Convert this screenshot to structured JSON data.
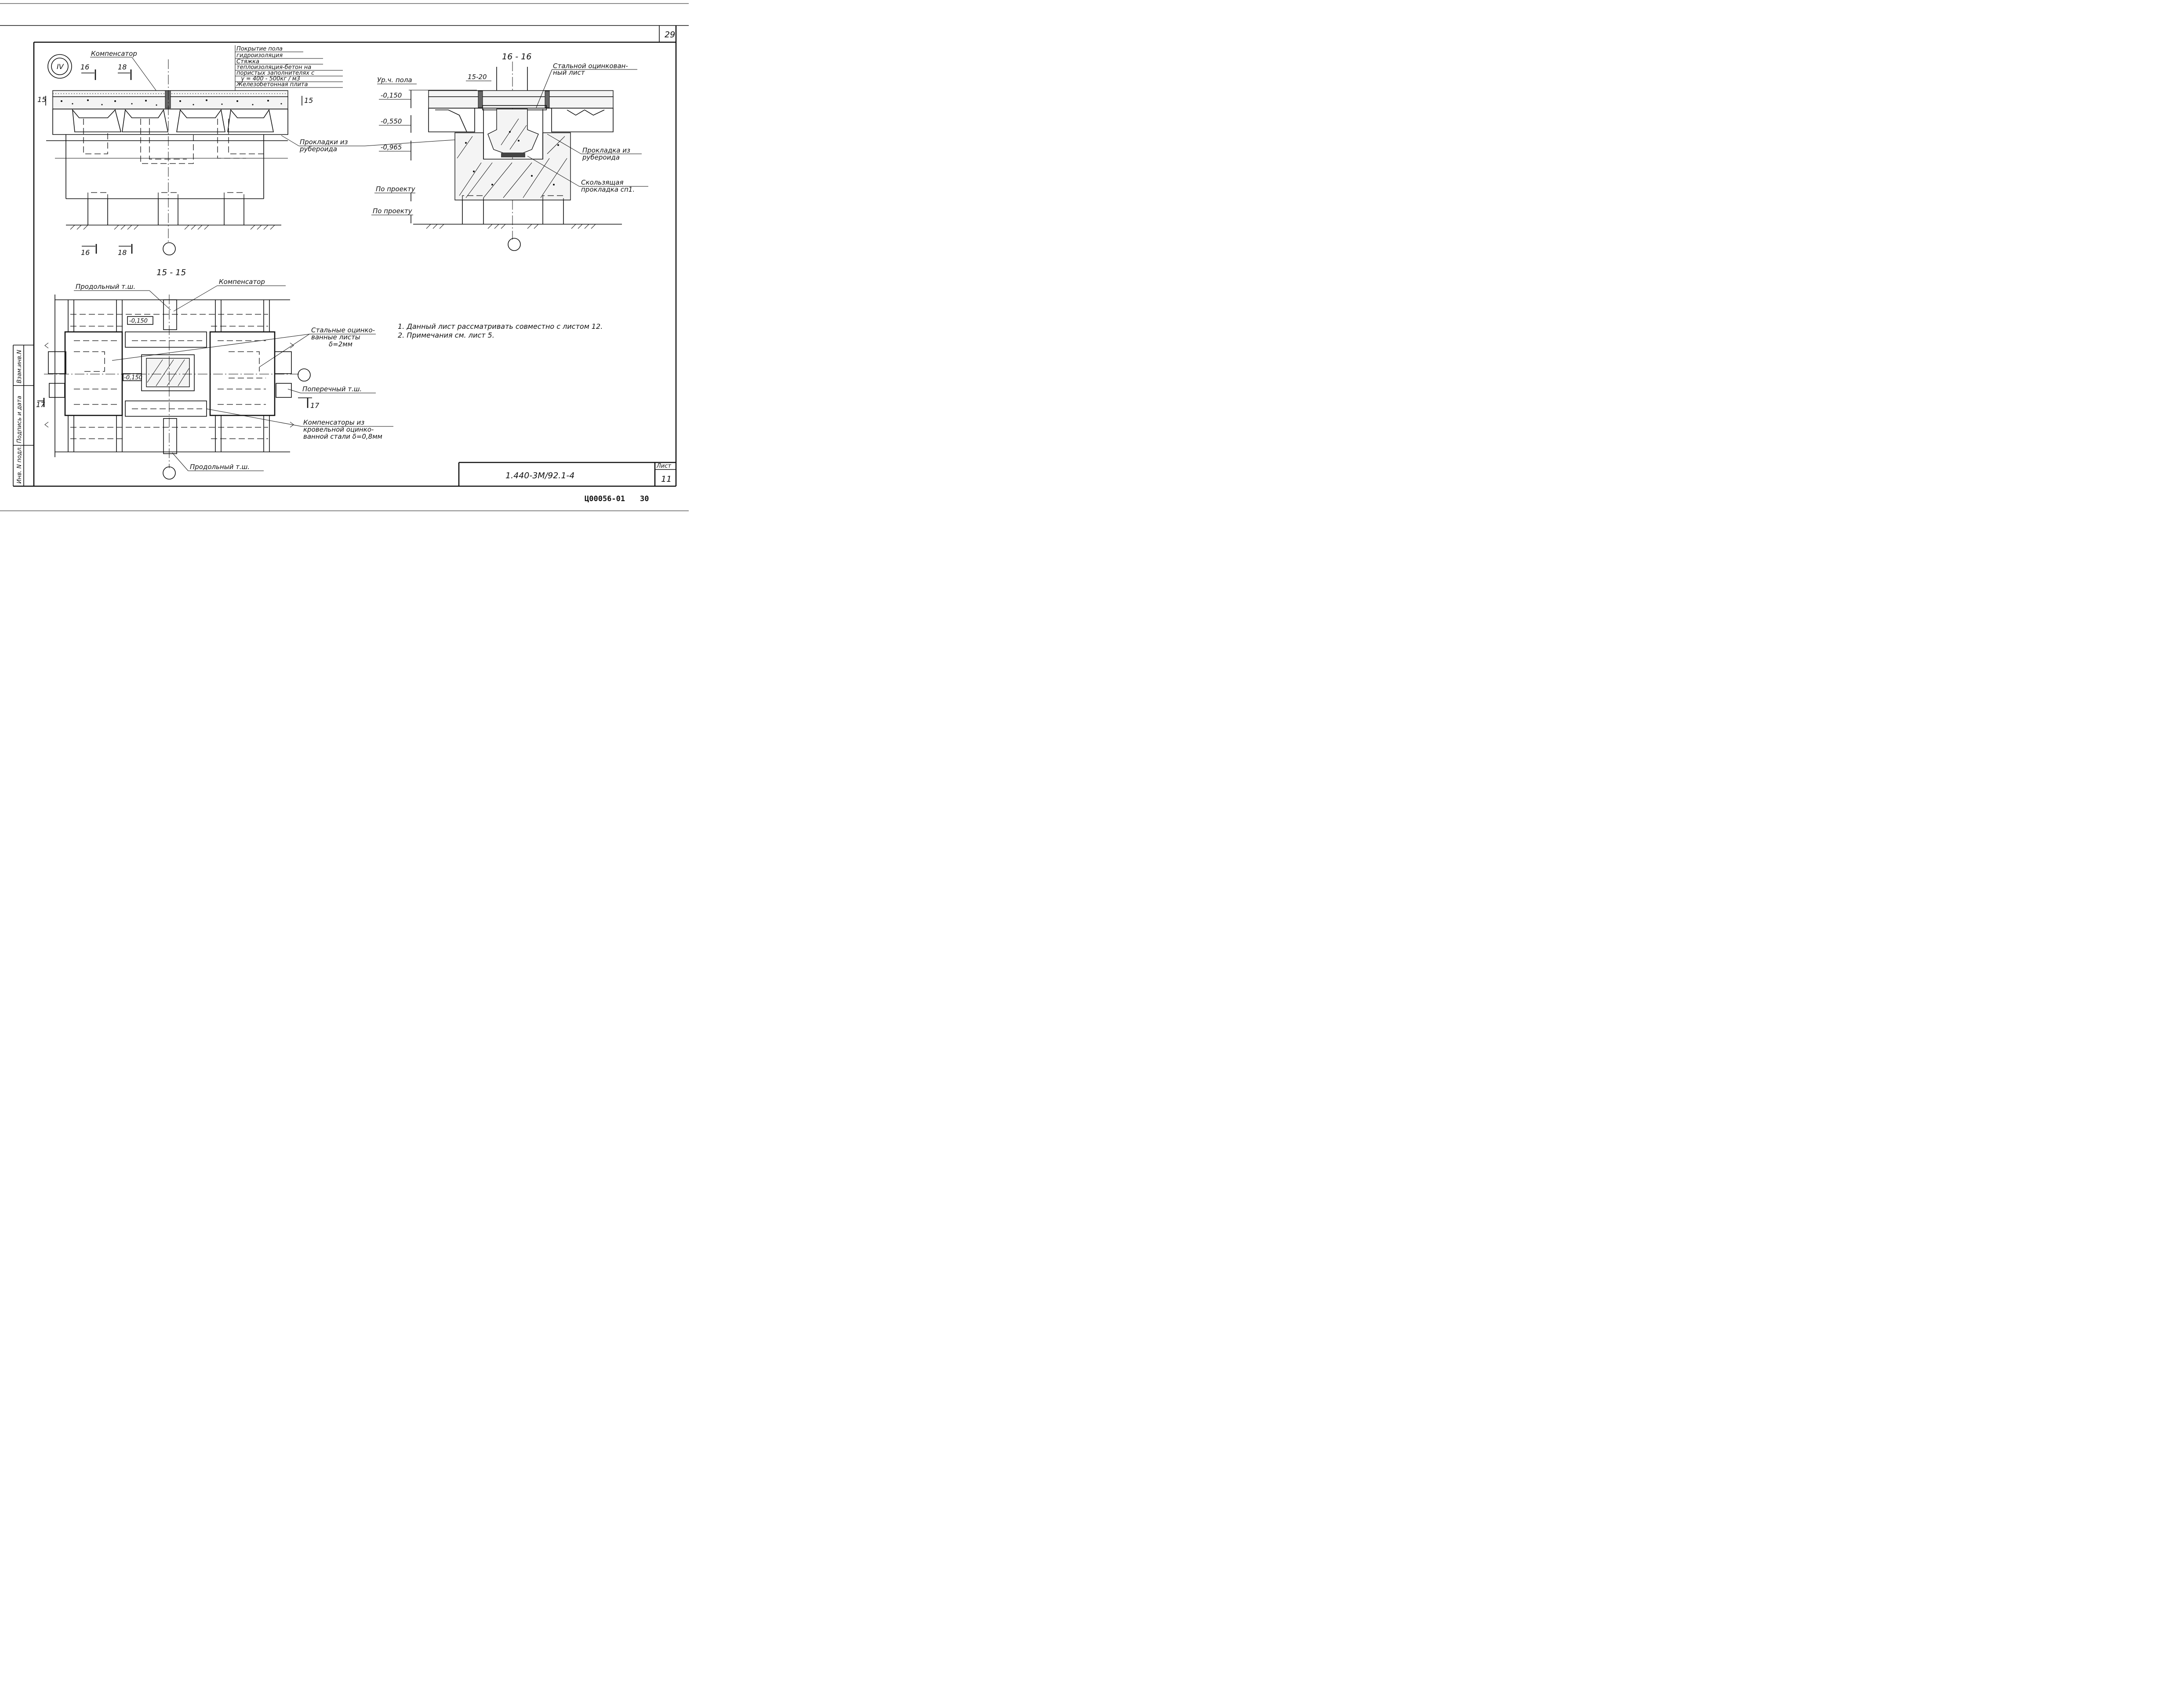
{
  "sheet": {
    "page_number": "29",
    "list_label": "Лист",
    "list_number": "11",
    "document_code": "1.440-3М/92.1-4",
    "archive_code": "Ц00056-01",
    "archive_page": "30",
    "node_number": "IV"
  },
  "side_stamp": {
    "labels": [
      "Инв. N подл.",
      "Подпись и дата",
      "Взам.инв.N"
    ]
  },
  "section_top_left": {
    "callout_compensator": "Компенсатор",
    "cut_16_mark": "16",
    "cut_18_mark": "18",
    "level_15": "15",
    "dim_15_right": "15",
    "layers": [
      "Покрытие пола",
      "гидроизоляция",
      "Стяжка",
      "теплоизоляция-бетон на",
      "пористых заполнителях с",
      "γ = 400 - 500кг / м3",
      "Железобетонная плита"
    ],
    "callout_gaskets_line1": "Прокладки из",
    "callout_gaskets_line2": "рубероида",
    "bottom_cut_16": "16",
    "bottom_cut_18": "18"
  },
  "section_16_16": {
    "title": "16 - 16",
    "floor_level_label": "Ур.ч. пола",
    "dim_15_20": "15-20",
    "levels": [
      "-0,150",
      "-0,550",
      "-0,965"
    ],
    "project_label_1": "По проекту",
    "project_label_2": "По проекту",
    "callout_steel_line1": "Стальной оцинкован-",
    "callout_steel_line2": "ный лист",
    "callout_gasket_line1": "Прокладка из",
    "callout_gasket_line2": "рубероида",
    "callout_sliding_line1": "Скользящая",
    "callout_sliding_line2": "прокладка сп1."
  },
  "section_15_15": {
    "title": "15 - 15",
    "callout_long_seam_top": "Продольный т.ш.",
    "callout_compensator": "Компенсатор",
    "level_top": "-0,150",
    "level_mid": "-0,150",
    "callout_sheets_line1": "Стальные оцинко-",
    "callout_sheets_line2": "ванные листы",
    "callout_sheets_line3": "δ=2мм",
    "callout_cross_seam": "Поперечный т.ш.",
    "cut_17_left": "17",
    "cut_17_right": "17",
    "callout_comp_steel_line1": "Компенсаторы из",
    "callout_comp_steel_line2": "кровельной оцинко-",
    "callout_comp_steel_line3": "ванной стали δ=0,8мм",
    "callout_long_seam_bottom": "Продольный т.ш."
  },
  "notes": [
    "1. Данный лист рассматривать совместно с листом 12.",
    "2. Примечания см. лист 5."
  ]
}
